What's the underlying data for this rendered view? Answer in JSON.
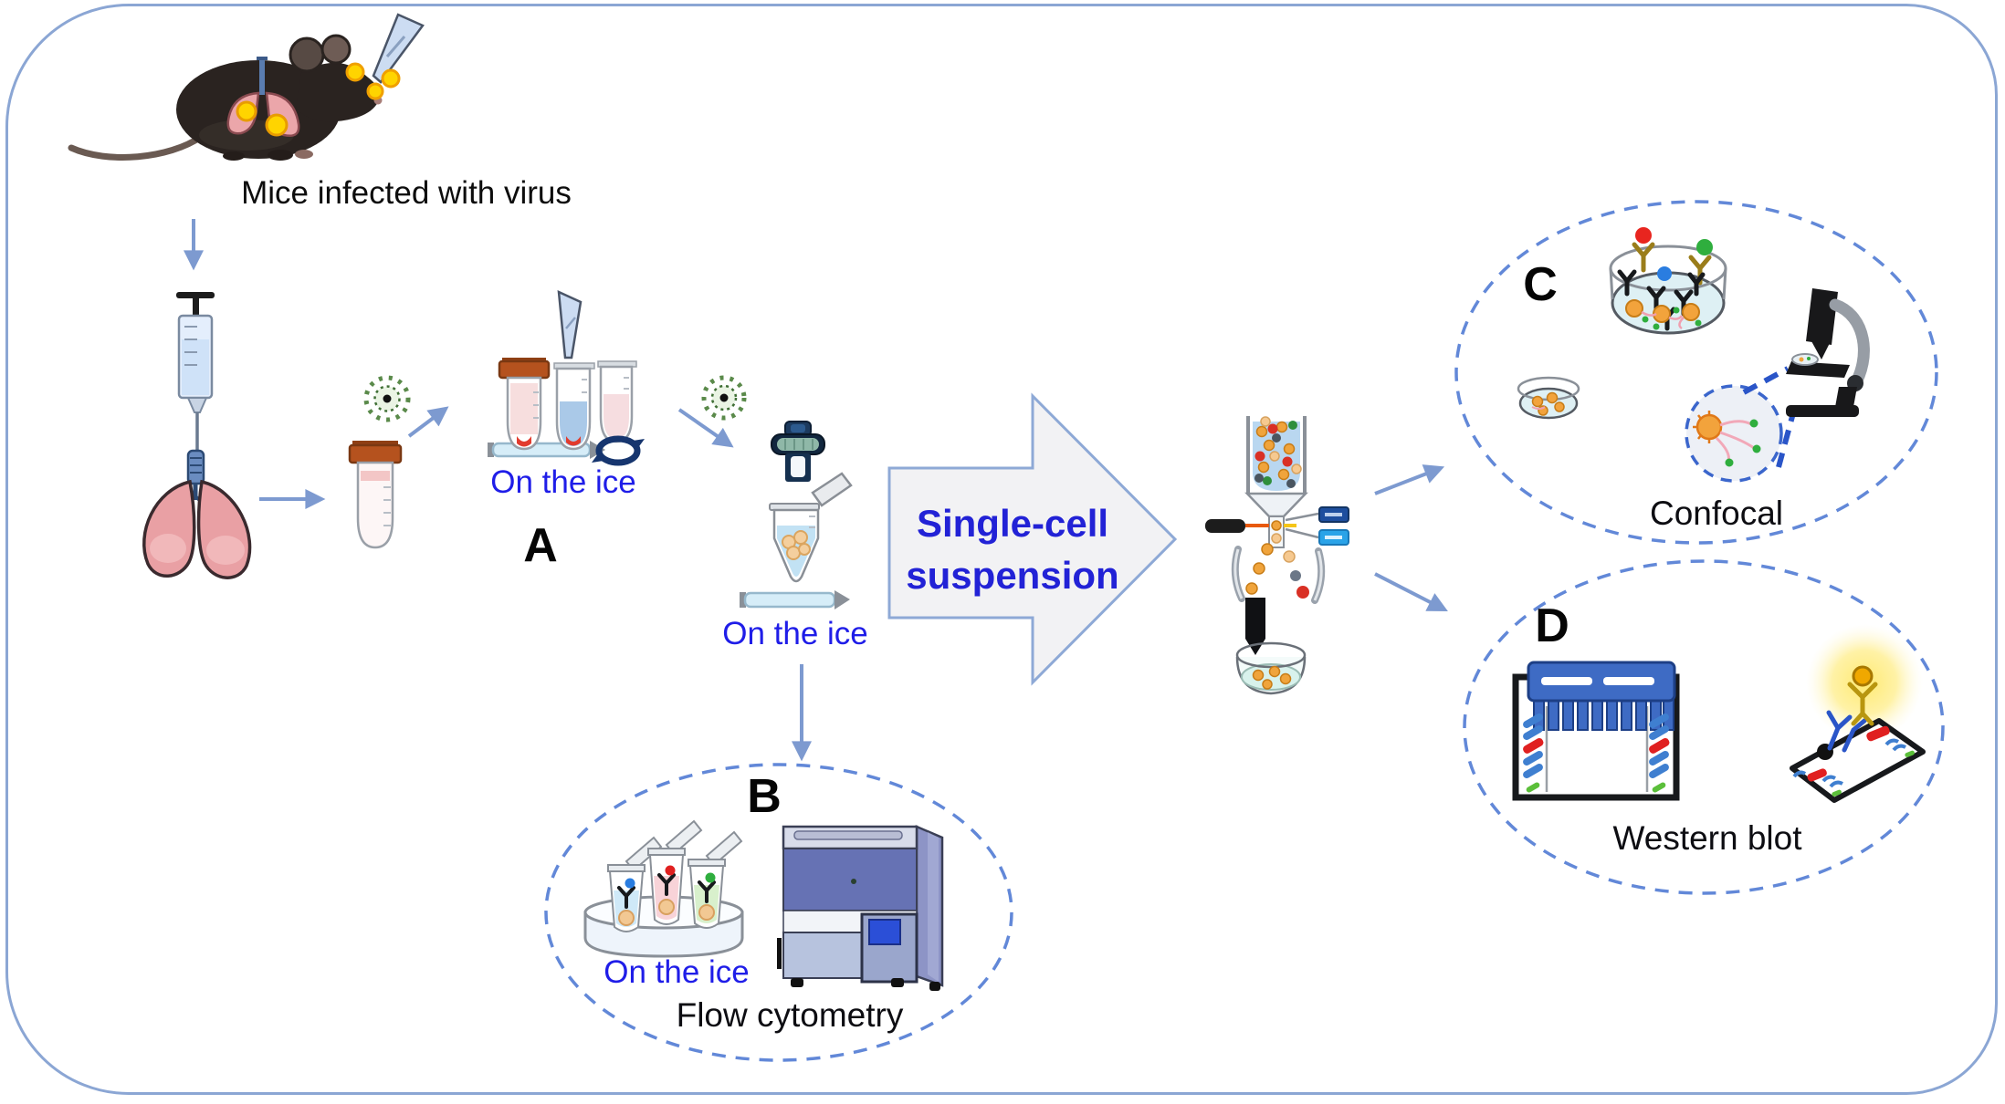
{
  "figure": {
    "captions": {
      "mice_infected": "Mice infected with virus",
      "on_the_ice_a": "On the ice",
      "on_the_ice_strainer": "On the ice",
      "on_the_ice_b": "On the ice",
      "confocal": "Confocal",
      "western_blot": "Western blot",
      "flow_cytometry": "Flow cytometry"
    },
    "steps": {
      "a": "A",
      "b": "B",
      "c": "C",
      "d": "D"
    },
    "block_arrow": {
      "line1": "Single-cell",
      "line2": "suspension"
    },
    "colors": {
      "frame_border": "#8ba6d4",
      "flow_arrow": "#7d9ad0",
      "blue_text": "#1f1de8",
      "dashed_ellipse": "#6288d8",
      "block_arrow_fill": "#f2f2f4",
      "virus_particle_yellow": "#ffd400",
      "virus_icon_green": "#4a7c3f",
      "tube_cap_orange": "#b5521e"
    },
    "icons": [
      "mouse-icon",
      "pipette-icon",
      "virus-particles-icon",
      "syringe-icon",
      "lungs-icon",
      "collection-tube-icon",
      "virus-icon",
      "falcon-tubes-on-ice-icon",
      "vortex-icon",
      "serological-pipette-icon",
      "cell-strainer-icon",
      "microcentrifuge-tube-icon",
      "single-cell-suspension-arrow",
      "cell-sorter-icon",
      "laser-icon",
      "detector-icon",
      "petri-dish-icon",
      "antibody-dish-icon",
      "magnified-cell-icon",
      "microscope-icon",
      "gel-electrophoresis-icon",
      "blot-membrane-icon",
      "detection-antibody-icon",
      "facs-tubes-icon",
      "ice-tray-icon",
      "flow-cytometer-icon"
    ]
  }
}
